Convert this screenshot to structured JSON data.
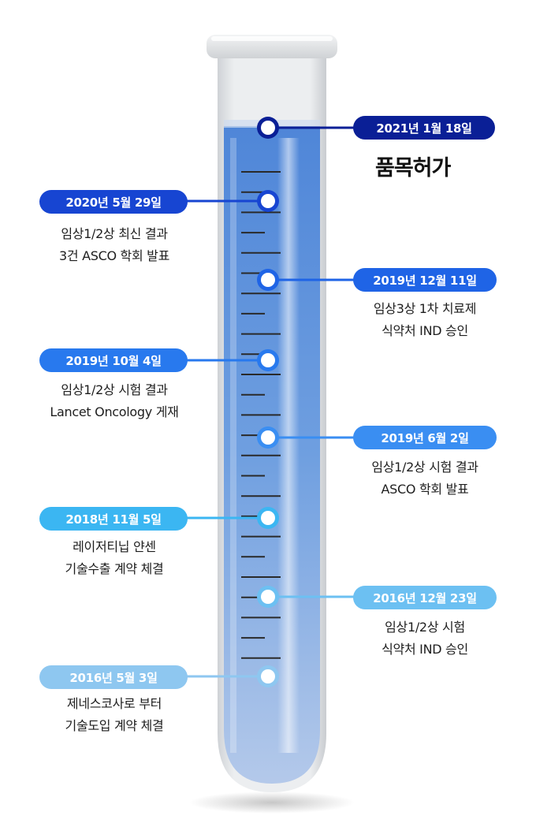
{
  "milestones": [
    {
      "date": "2021년 1월 18일",
      "desc1": "품목허가",
      "desc2": "",
      "color": "#0a1f96"
    },
    {
      "date": "2020년 5월 29일",
      "desc1": "임상1/2상 최신 결과",
      "desc2": "3건 ASCO 학회 발표",
      "color": "#1745d2"
    },
    {
      "date": "2019년 12월 11일",
      "desc1": "임상3상 1차 치료제",
      "desc2": "식약처 IND 승인",
      "color": "#1f64e6"
    },
    {
      "date": "2019년 10월 4일",
      "desc1": "임상1/2상 시험 결과",
      "desc2": "Lancet Oncology 게재",
      "color": "#2879ee"
    },
    {
      "date": "2019년 6월 2일",
      "desc1": "임상1/2상 시험 결과",
      "desc2": "ASCO 학회 발표",
      "color": "#3a8ef2"
    },
    {
      "date": "2018년 11월 5일",
      "desc1": "레이저티닙 얀센",
      "desc2": "기술수출 계약 체결",
      "color": "#3bb6f2"
    },
    {
      "date": "2016년 12월 23일",
      "desc1": "임상1/2상 시험",
      "desc2": "식약처 IND 승인",
      "color": "#6cc0f2"
    },
    {
      "date": "2016년 5월 3일",
      "desc1": "제네스코사로 부터",
      "desc2": "기술도입 계약 체결",
      "color": "#8ec7f0"
    }
  ]
}
